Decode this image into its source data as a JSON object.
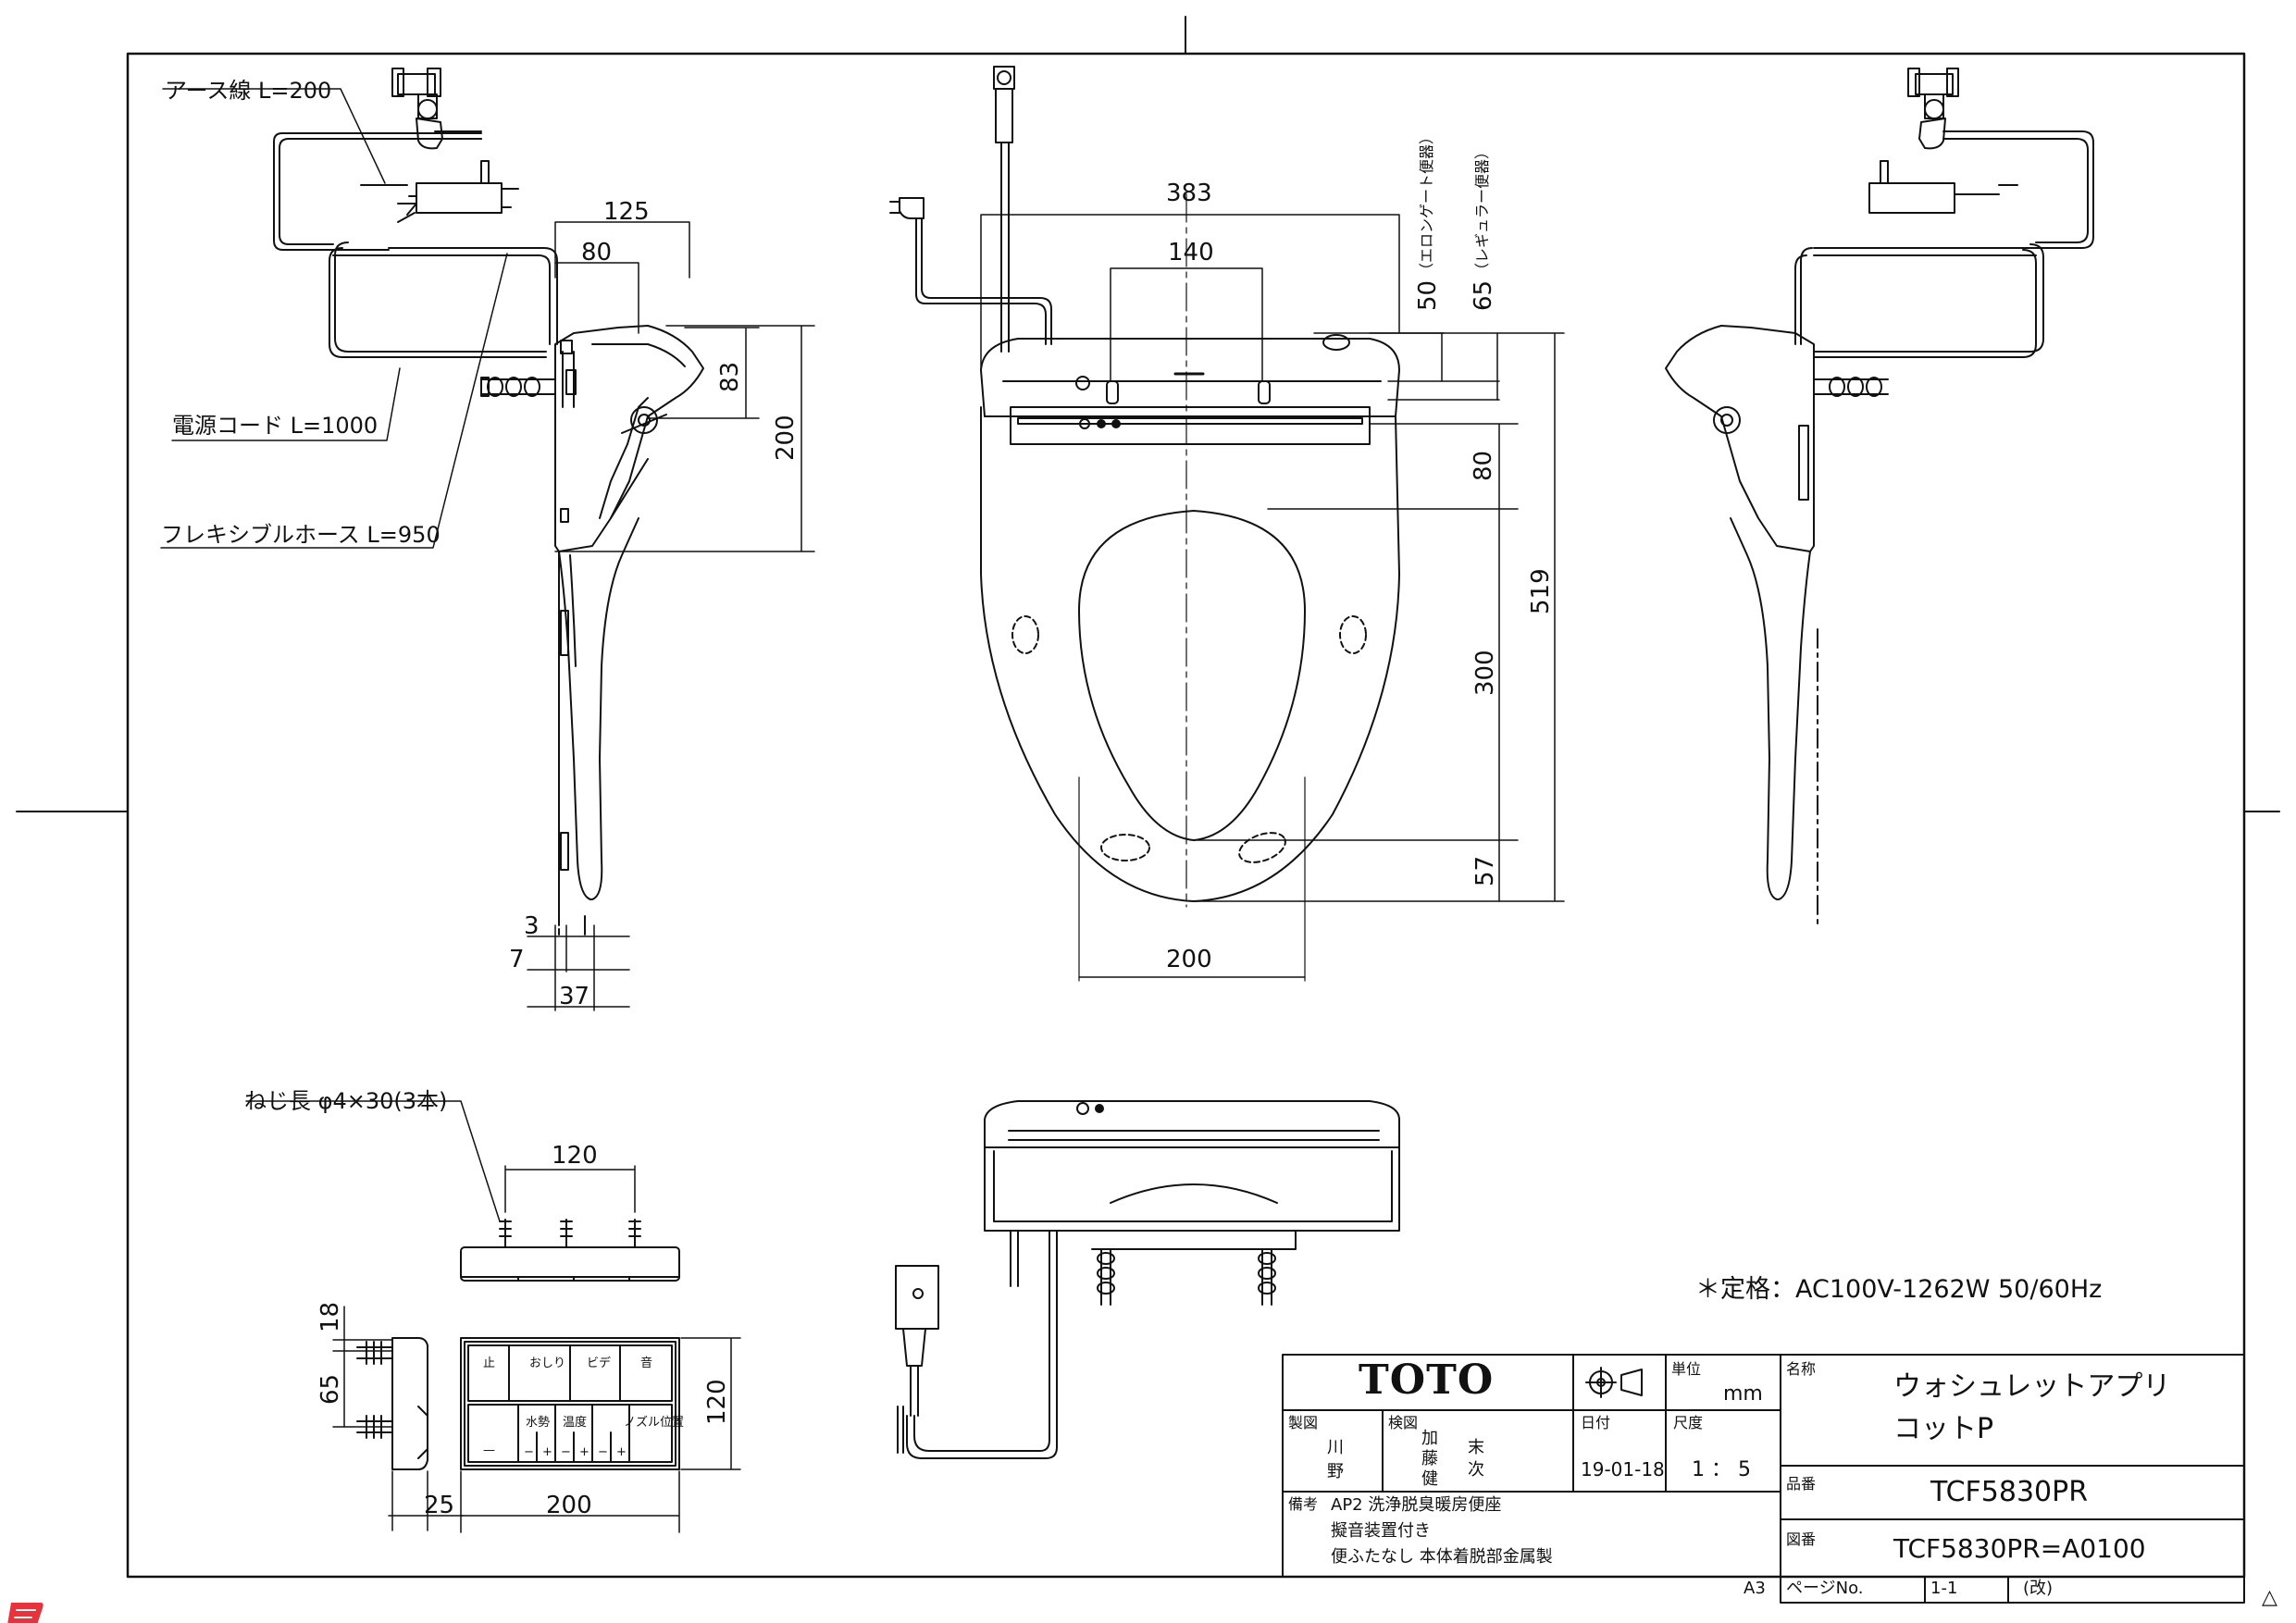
{
  "callouts": {
    "earth_wire": "アース線 L=200",
    "power_cord": "電源コード L=1000",
    "flexible_hose": "フレキシブルホース L=950",
    "screw": "ねじ長 φ4×30(3本)",
    "rating": "＊定格：AC100V-1262W 50/60Hz"
  },
  "dimensions": {
    "side_125": "125",
    "side_80": "80",
    "side_83": "83",
    "side_200": "200",
    "side_3": "3",
    "side_7": "7",
    "side_37": "37",
    "front_383": "383",
    "front_140": "140",
    "front_50": "50",
    "front_50_note": "（エロンゲート便器）",
    "front_65": "65",
    "front_65_note": "（レギュラー便器）",
    "front_80": "80",
    "front_300": "300",
    "front_519": "519",
    "front_57": "57",
    "front_200": "200",
    "remote_120_top": "120",
    "remote_18": "18",
    "remote_65": "65",
    "remote_120_side": "120",
    "remote_25": "25",
    "remote_200": "200"
  },
  "remote_panel": {
    "top_buttons": [
      "止",
      "おしり",
      "ビデ",
      "音"
    ],
    "bottom_left_mark": "—",
    "bottom_groups": [
      "水勢",
      "温度",
      "ノズル位置"
    ],
    "bottom_signs": [
      "−",
      "+",
      "−",
      "+",
      "−",
      "+"
    ]
  },
  "title_block": {
    "logo": "TOTO",
    "unit_label": "単位",
    "unit_value": "mm",
    "name_label": "名称",
    "name_line1": "ウォシュレットアプリ",
    "name_line2": "コットP",
    "drawn_label": "製図",
    "drawn_names": [
      "川",
      "野"
    ],
    "checked_label": "検図",
    "checked_names": [
      "加",
      "藤",
      "健",
      "末",
      "次"
    ],
    "date_label": "日付",
    "date_value": "19-01-18",
    "scale_label": "尺度",
    "scale_value": "1 ： 5",
    "product_no_label": "品番",
    "product_no": "TCF5830PR",
    "notes_label": "備考",
    "notes": [
      "AP2 洗浄脱臭暖房便座",
      "擬音装置付き",
      "便ふたなし 本体着脱部金属製"
    ],
    "drawing_no_label": "図番",
    "drawing_no": "TCF5830PR=A0100",
    "sheet_size": "A3",
    "page_label": "ページNo.",
    "page_value": "1-1",
    "revision_label": "(改)",
    "corner_mark": "△"
  },
  "colors": {
    "line": "#111111",
    "stamp": "#e8323c"
  }
}
